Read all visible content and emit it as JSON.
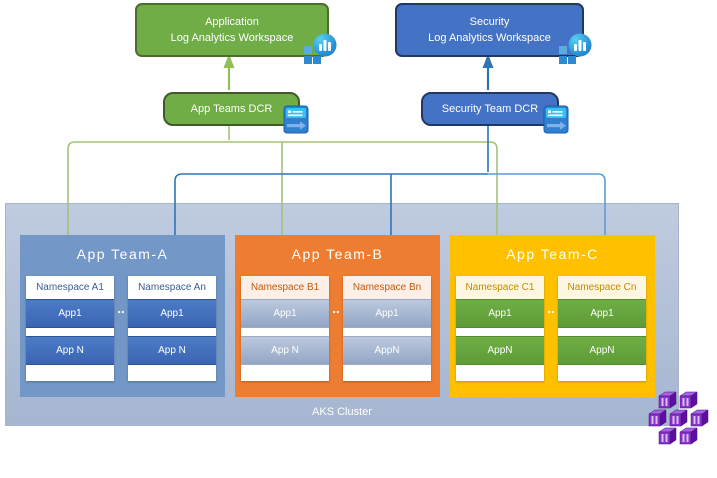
{
  "workspaces": [
    {
      "line1": "Application",
      "line2": "Log Analytics Workspace",
      "color": "#70AD47"
    },
    {
      "line1": "Security",
      "line2": "Log Analytics Workspace",
      "color": "#4472C4"
    }
  ],
  "dcrs": [
    {
      "label": "App Teams DCR",
      "color": "#70AD47"
    },
    {
      "label": "Security Team DCR",
      "color": "#4472C4"
    }
  ],
  "cluster": {
    "label": "AKS Cluster",
    "teams": [
      {
        "name": "App Team-A",
        "color": "#7397C6",
        "dots": "..",
        "namespaces": [
          {
            "name": "Namespace A1",
            "apps": [
              "App1",
              "App N"
            ]
          },
          {
            "name": "Namespace An",
            "apps": [
              "App1",
              "App N"
            ]
          }
        ]
      },
      {
        "name": "App Team-B",
        "color": "#ED7D31",
        "dots": "..",
        "namespaces": [
          {
            "name": "Namespace B1",
            "apps": [
              "App1",
              "App N"
            ]
          },
          {
            "name": "Namespace Bn",
            "apps": [
              "App1",
              "AppN"
            ]
          }
        ]
      },
      {
        "name": "App Team-C",
        "color": "#FFC000",
        "dots": "..",
        "namespaces": [
          {
            "name": "Namespace C1",
            "apps": [
              "App1",
              "AppN"
            ]
          },
          {
            "name": "Namespace Cn",
            "apps": [
              "App1",
              "AppN"
            ]
          }
        ]
      }
    ]
  },
  "icons": {
    "log_analytics": "log-analytics-icon",
    "dcr": "data-collection-rule-icon",
    "aks": "aks-cluster-icon"
  },
  "colors": {
    "green_line": "#A2C377",
    "green_arrow": "#94BE56",
    "blue_line_dark": "#2E75B6",
    "blue_line_light": "#5B9BD5",
    "cluster_fill": "#B3C2DA",
    "aks_purple": "#7C27B8"
  }
}
